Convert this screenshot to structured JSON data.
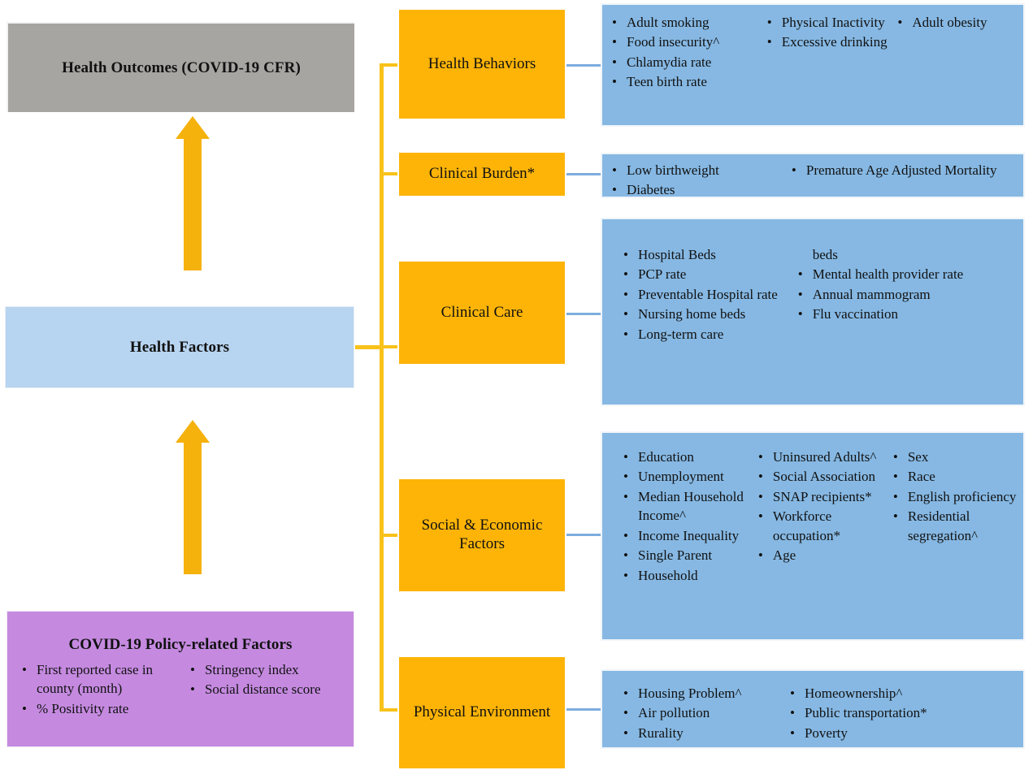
{
  "diagram": {
    "title_outcomes": "Health Outcomes (COVID-19 CFR)",
    "title_factors": "Health Factors",
    "title_policy": "COVID-19 Policy-related Factors",
    "bullet_glyph": "•"
  },
  "policy_factors": {
    "heading": "COVID-19 Policy-related Factors",
    "col1": [
      "First reported case in county (month)",
      "% Positivity rate"
    ],
    "col2": [
      "Stringency  index",
      "Social distance score"
    ]
  },
  "categories": [
    {
      "key": "health-behaviors",
      "label": "Health Behaviors",
      "columns": [
        {
          "items": [
            {
              "text": "Adult smoking",
              "bullet": true
            },
            {
              "text": "Food insecurity^",
              "bullet": true
            },
            {
              "text": "Chlamydia rate",
              "bullet": true
            },
            {
              "text": "Teen birth rate",
              "bullet": true
            }
          ]
        },
        {
          "items": [
            {
              "text": "Physical Inactivity",
              "bullet": true
            },
            {
              "text": "Excessive drinking",
              "bullet": true
            }
          ]
        },
        {
          "items": [
            {
              "text": "Adult obesity",
              "bullet": true
            }
          ]
        }
      ]
    },
    {
      "key": "clinical-burden",
      "label": "Clinical Burden*",
      "columns": [
        {
          "items": [
            {
              "text": "Low birthweight",
              "bullet": true
            },
            {
              "text": "Diabetes",
              "bullet": true
            }
          ]
        },
        {
          "items": [
            {
              "text": "Premature Age Adjusted Mortality",
              "bullet": true
            }
          ]
        }
      ]
    },
    {
      "key": "clinical-care",
      "label": "Clinical Care",
      "columns": [
        {
          "items": [
            {
              "text": "Hospital Beds",
              "bullet": true
            },
            {
              "text": "PCP rate",
              "bullet": true
            },
            {
              "text": "Preventable Hospital rate",
              "bullet": true
            },
            {
              "text": "Nursing home beds",
              "bullet": true
            },
            {
              "text": "Long-term  care",
              "bullet": true
            }
          ]
        },
        {
          "items": [
            {
              "text": "beds",
              "bullet": false
            },
            {
              "text": "Mental health provider rate",
              "bullet": true
            },
            {
              "text": "Annual mammogram",
              "bullet": true
            },
            {
              "text": "Flu vaccination",
              "bullet": true
            }
          ]
        }
      ]
    },
    {
      "key": "social-economic-factors",
      "label": "Social & Economic Factors",
      "columns": [
        {
          "items": [
            {
              "text": "Education",
              "bullet": true
            },
            {
              "text": "Unemployment",
              "bullet": true
            },
            {
              "text": "Median Household Income^",
              "bullet": true
            },
            {
              "text": "Income Inequality",
              "bullet": true
            },
            {
              "text": "Single Parent",
              "bullet": true
            },
            {
              "text": "Household",
              "bullet": true
            }
          ]
        },
        {
          "items": [
            {
              "text": "Uninsured Adults^",
              "bullet": true
            },
            {
              "text": " Social Association",
              "bullet": true
            },
            {
              "text": "SNAP recipients*",
              "bullet": true
            },
            {
              "text": "Workforce occupation*",
              "bullet": true
            },
            {
              "text": "Age",
              "bullet": true
            }
          ]
        },
        {
          "items": [
            {
              "text": "Sex",
              "bullet": true
            },
            {
              "text": "Race",
              "bullet": true
            },
            {
              "text": "English proficiency",
              "bullet": true
            },
            {
              "text": "Residential segregation^",
              "bullet": true
            }
          ]
        }
      ]
    },
    {
      "key": "physical-environment",
      "label": "Physical Environment",
      "columns": [
        {
          "items": [
            {
              "text": "Housing Problem^",
              "bullet": true
            },
            {
              "text": "Air pollution",
              "bullet": true
            },
            {
              "text": "Rurality",
              "bullet": true
            }
          ]
        },
        {
          "items": [
            {
              "text": "Homeownership^",
              "bullet": true
            },
            {
              "text": "Public transportation*",
              "bullet": true
            },
            {
              "text": "Poverty",
              "bullet": true
            }
          ]
        }
      ]
    }
  ],
  "colors": {
    "outcomes_gray": "#a6a5a2",
    "factors_light_blue": "#b7d4f0",
    "policy_purple": "#c58ae0",
    "category_orange": "#fdb407",
    "detail_blue": "#86b8e3",
    "connector_orange": "#f8c21a",
    "connector_blue": "#7dadde",
    "arrow_orange": "#f5b10c"
  }
}
